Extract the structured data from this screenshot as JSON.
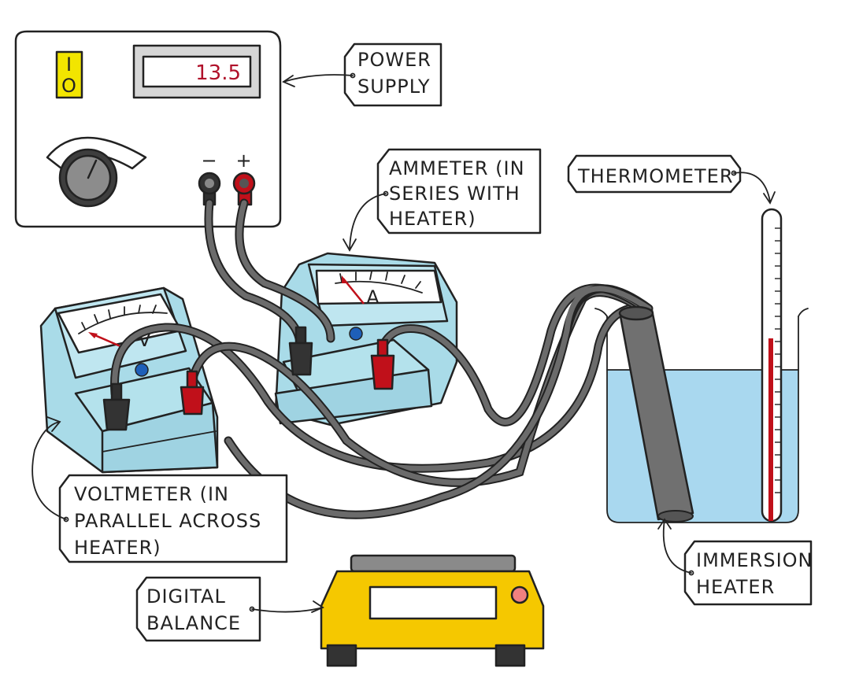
{
  "power_supply": {
    "display": "13.5",
    "switch_on": "I",
    "switch_off": "O",
    "terminal_negative": "−",
    "terminal_positive": "+",
    "label_lines": [
      "POWER",
      "SUPPLY"
    ]
  },
  "ammeter": {
    "dial_symbol": "A",
    "label_lines": [
      "AMMETER (IN",
      "SERIES WITH",
      "HEATER)"
    ]
  },
  "voltmeter": {
    "dial_symbol": "V",
    "label_lines": [
      "VOLTMETER (IN",
      "PARALLEL ACROSS",
      "HEATER)"
    ]
  },
  "thermometer": {
    "label_lines": [
      "THERMOMETER"
    ]
  },
  "immersion_heater": {
    "label_lines": [
      "IMMERSION",
      "HEATER"
    ]
  },
  "digital_balance": {
    "label_lines": [
      "DIGITAL",
      "BALANCE"
    ]
  },
  "colors": {
    "meter_body": "#a9dbe8",
    "water": "#a9d8ef",
    "balance_body": "#f5c800",
    "switch": "#f2e500",
    "red_terminal": "#c0101a",
    "display_text": "#b0112a"
  }
}
